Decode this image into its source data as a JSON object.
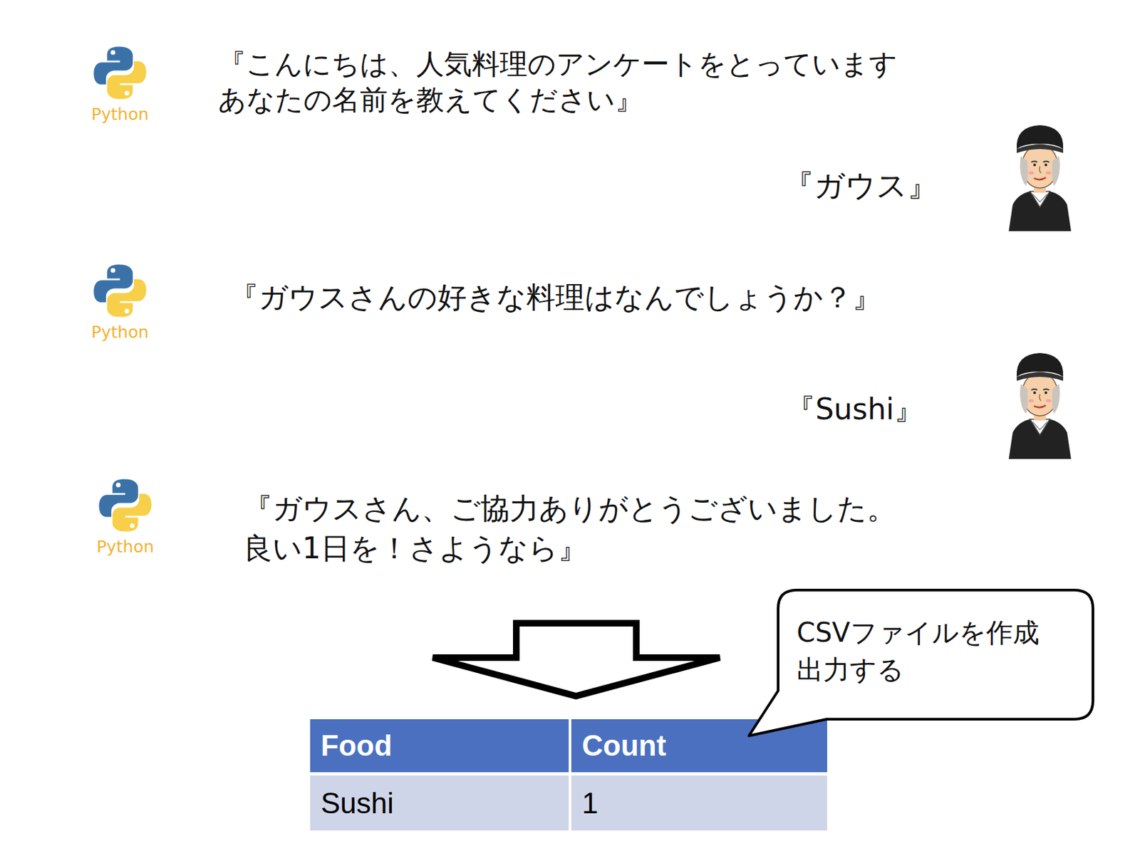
{
  "diagram": {
    "nodes": [
      {
        "text": [
          "CSVファイルを作成 出力する"
        ]
      }
    ],
    "labels": [
      "『こんにちは、人気料理のアンケートをとっています あなたの名前を教えてください』",
      "Python",
      "『ガウス』",
      "『ガウスさんの好きな料理はなんでしょうか？』",
      "Python",
      "『Sushi』",
      "『ガウスさん、ご協力ありがとうございました。 良い1日を！さようなら』",
      "Python",
      "Food",
      "Count",
      "Sushi",
      "1"
    ]
  }
}
